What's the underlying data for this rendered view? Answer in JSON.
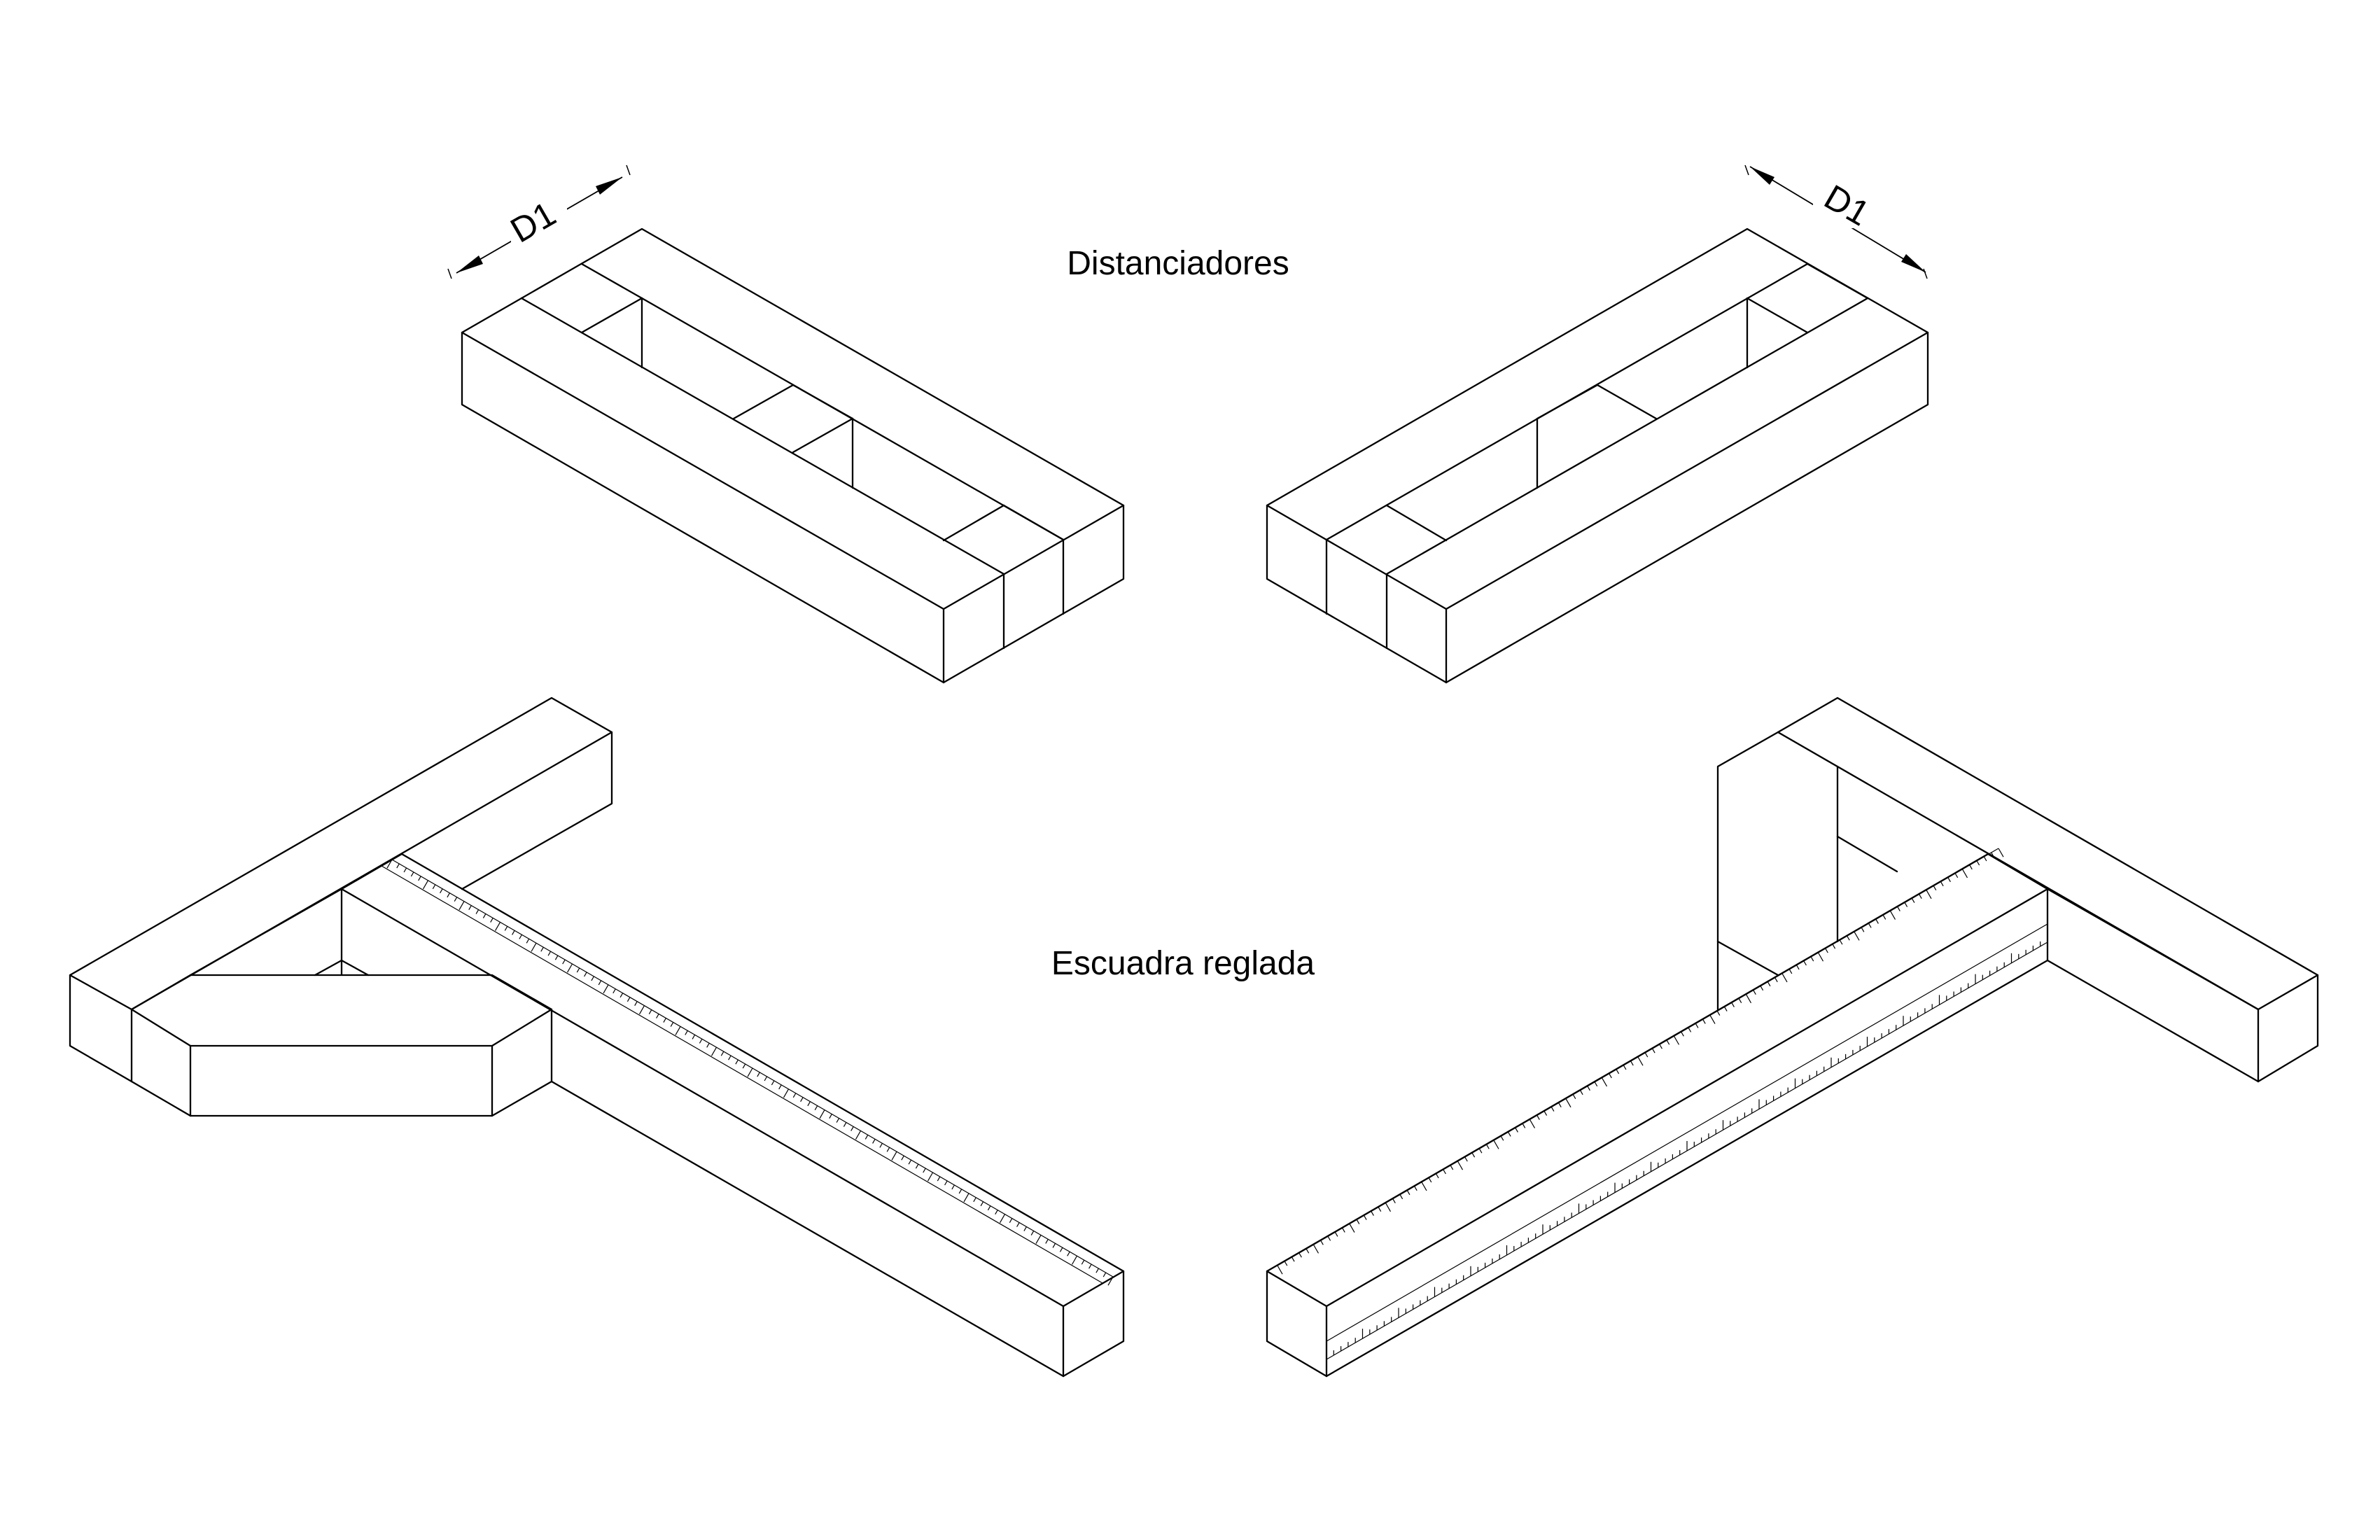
{
  "labels": {
    "spacers": "Distanciadores",
    "ruled_square": "Escuadra reglada",
    "dimension_left": "D1",
    "dimension_right": "D1"
  }
}
